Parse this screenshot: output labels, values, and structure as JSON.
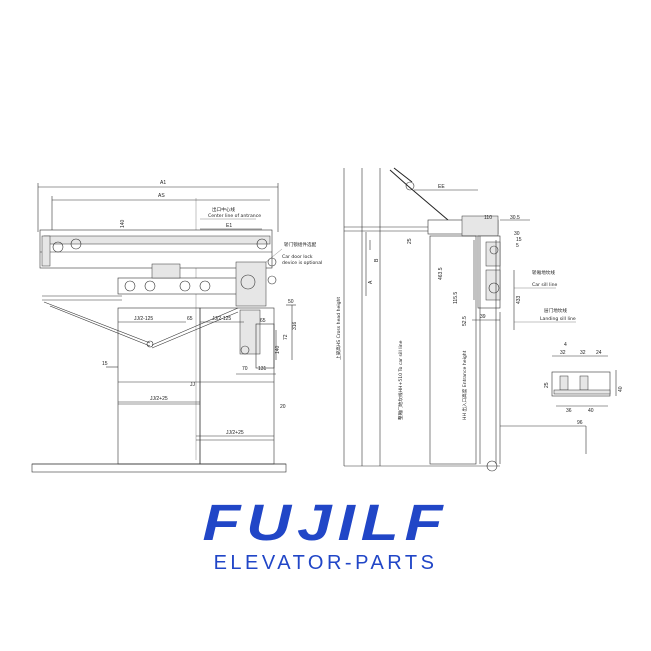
{
  "left_view": {
    "dim_a1": "A1",
    "dim_as": "AS",
    "dim_140": "140",
    "center_line_cn": "出口中心线",
    "center_line_en": "Center line of antrance",
    "dim_e1": "E1",
    "lock_cn": "轿门锁组件选配",
    "lock_en1": "Car door lock",
    "lock_en2": "device is optional",
    "dim_jj125_left": "JJ/2-125",
    "dim_65": "65",
    "dim_jj125_right": "JJ/2-125",
    "dim_50": "50",
    "dim_65c": "65",
    "dim_72": "72",
    "dim_140b": "140",
    "dim_316": "316",
    "dim_15": "15",
    "dim_jj": "JJ",
    "dim_jj25_upper": "JJ/2+25",
    "dim_70": "70",
    "dim_131": "131",
    "dim_20": "20",
    "dim_jj25_lower": "JJ/2+25"
  },
  "right_view": {
    "dim_ee": "EE",
    "dim_110": "110",
    "dim_30_5": "30.5",
    "dim_30": "30",
    "dim_15": "15",
    "dim_5": "5",
    "dim_25": "25",
    "dim_463_5": "463.5",
    "dim_115_5": "115.5",
    "dim_52_5": "52.5",
    "dim_39": "39",
    "dim_433": "433",
    "dim_b": "B",
    "dim_a": "A",
    "car_sill_cn": "轿厢地坎线",
    "car_sill_en": "Car sill line",
    "landing_sill_cn": "层门地坎线",
    "landing_sill_en": "Landing sill line",
    "headroom_label": "上梁高HS Cross head height",
    "to_car_sill_label": "整厢门地坎线HH+510 To car sill line",
    "entrance_label": "HH 出入口高度 Entrance height"
  },
  "sill_detail": {
    "dim_4": "4",
    "dim_32a": "32",
    "dim_32b": "32",
    "dim_24": "24",
    "dim_25": "25",
    "dim_40": "40",
    "dim_36": "36",
    "dim_40b": "40",
    "dim_96": "96"
  },
  "brand": {
    "logo_text": "FUJILF",
    "subtitle": "ELEVATOR-PARTS"
  },
  "colors": {
    "brand_blue": "#2146c7",
    "line": "#333333"
  }
}
